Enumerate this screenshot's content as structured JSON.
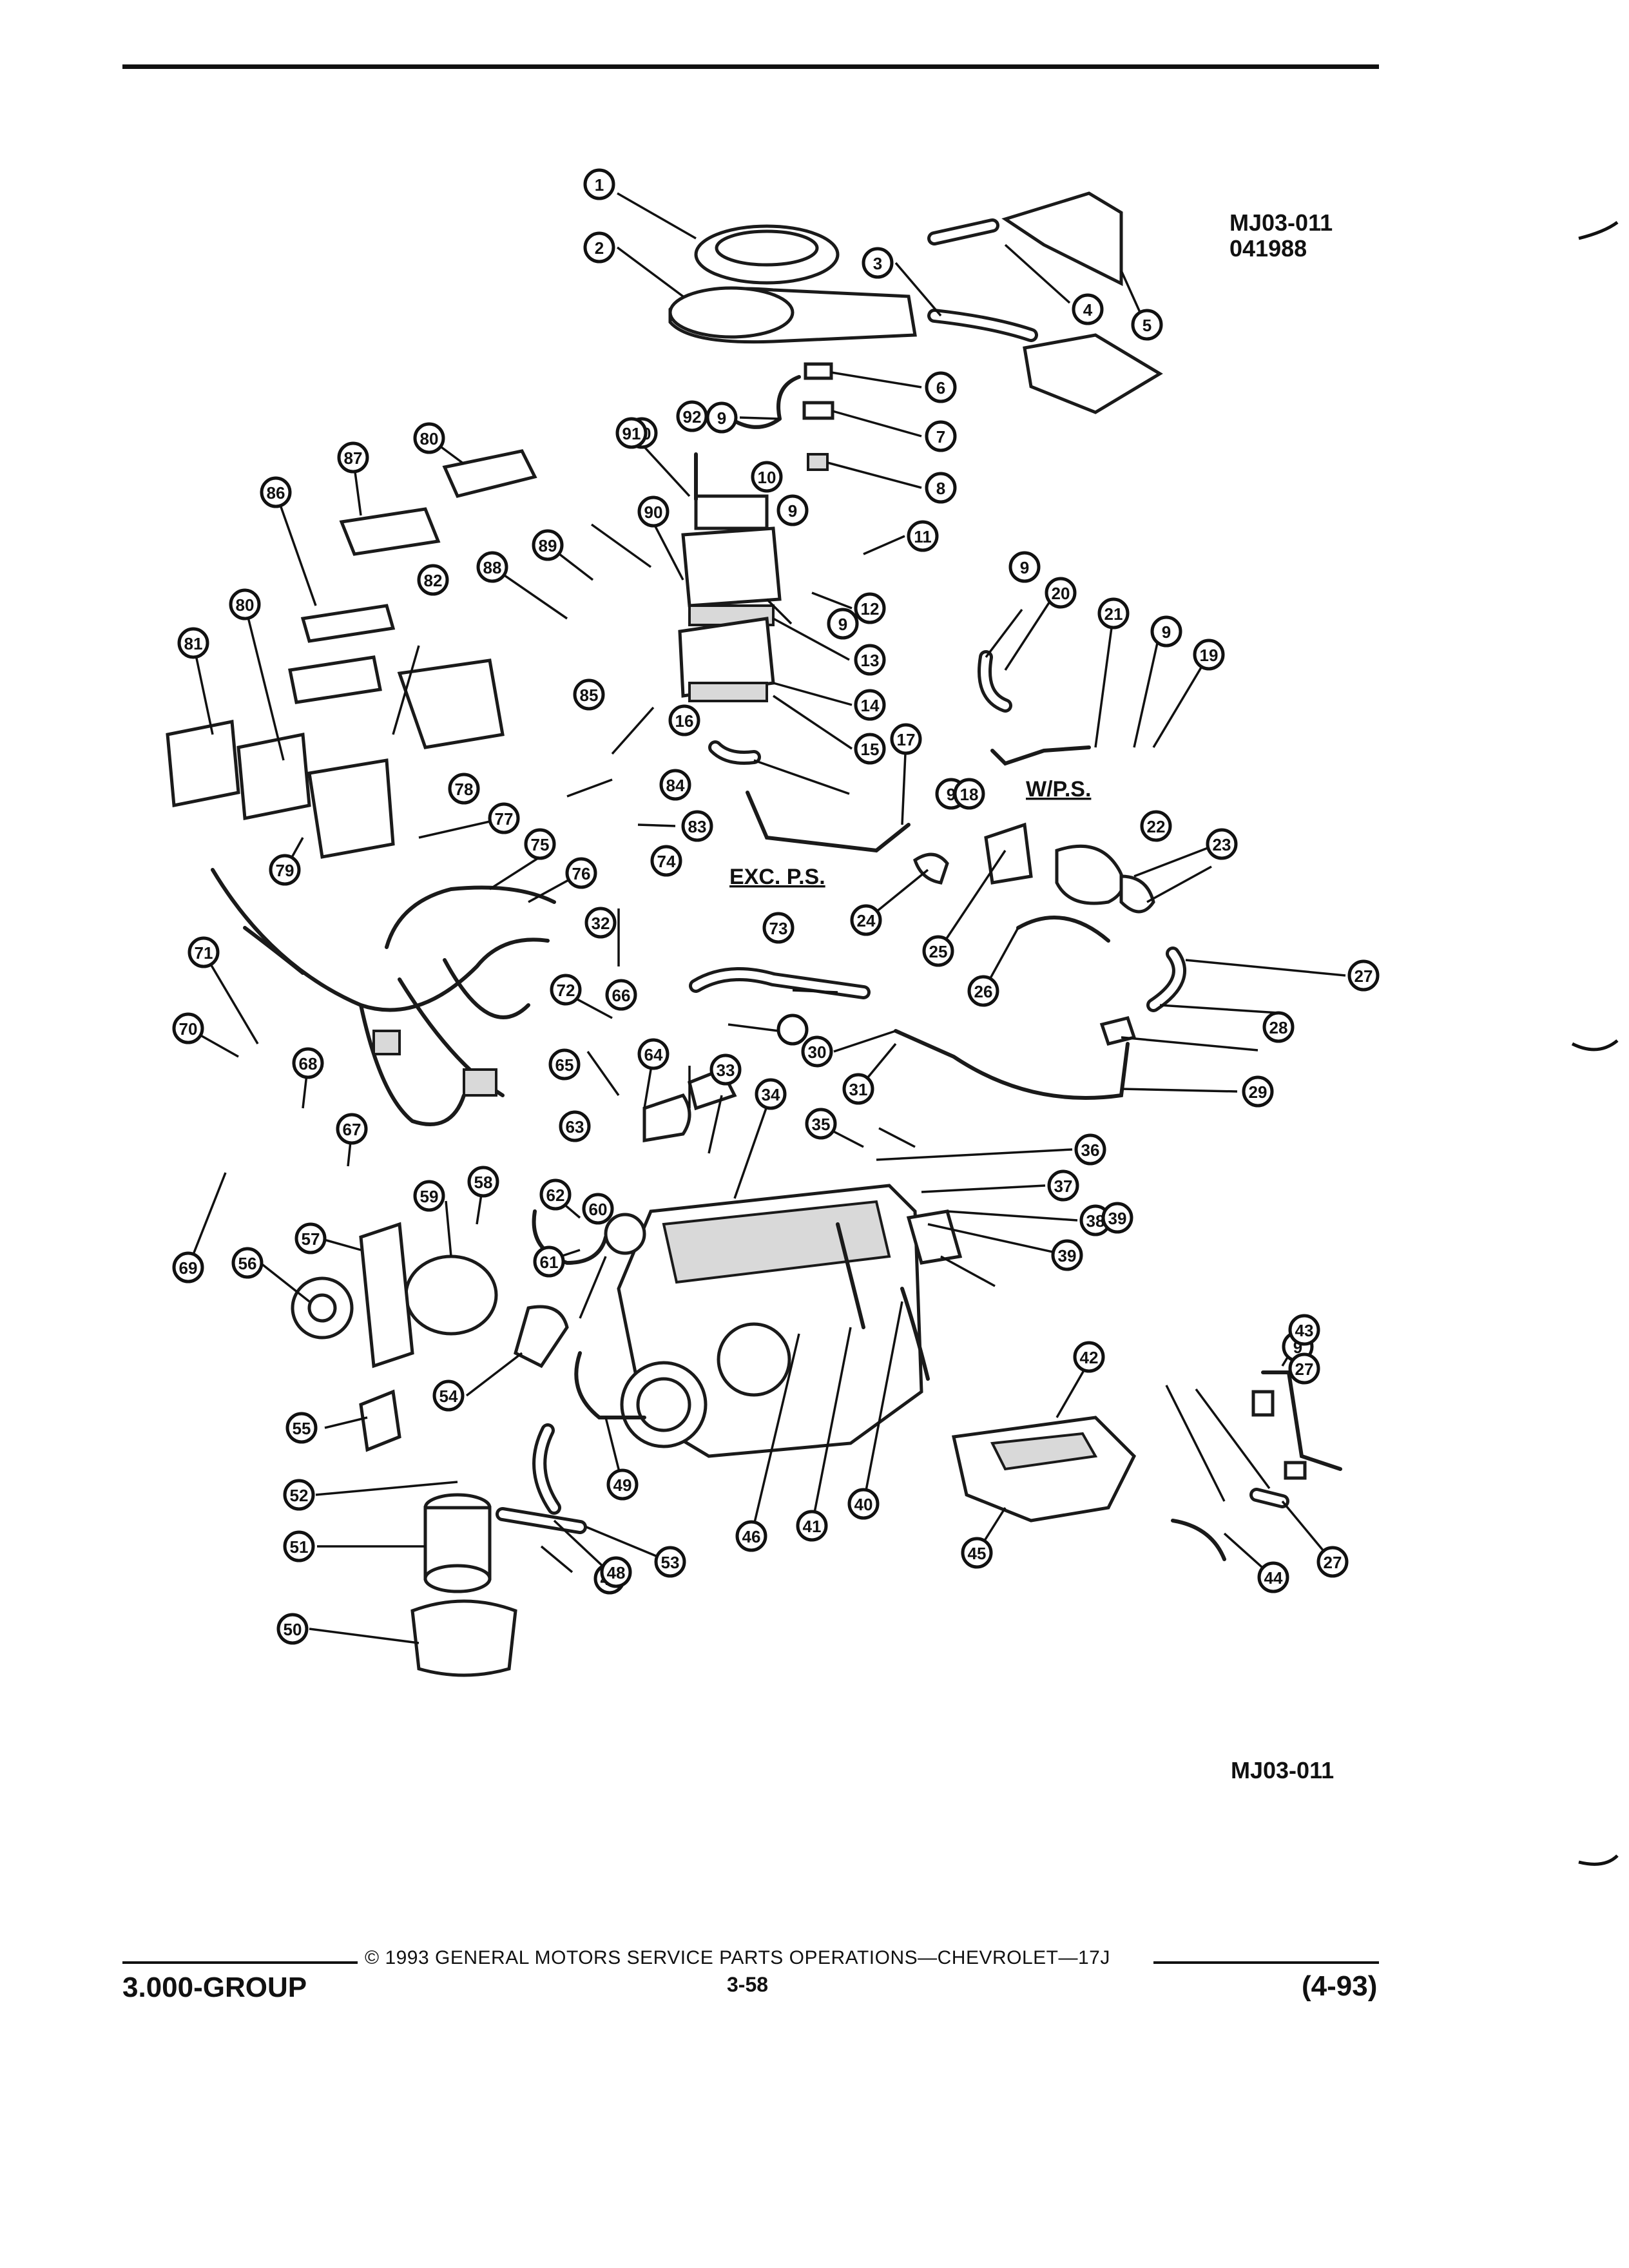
{
  "figure": {
    "code_top": "MJ03-011",
    "date_code": "041988",
    "code_bottom": "MJ03-011",
    "notes": {
      "wps": "W/P.S.",
      "excps": "EXC. P.S."
    }
  },
  "callouts": [
    "1",
    "2",
    "3",
    "4",
    "5",
    "6",
    "7",
    "8",
    "9",
    "10",
    "11",
    "12",
    "13",
    "14",
    "15",
    "16",
    "17",
    "18",
    "19",
    "20",
    "21",
    "22",
    "23",
    "24",
    "25",
    "26",
    "27",
    "28",
    "29",
    "30",
    "31",
    "32",
    "33",
    "34",
    "35",
    "36",
    "37",
    "38",
    "39",
    "40",
    "41",
    "42",
    "43",
    "44",
    "45",
    "46",
    "47",
    "48",
    "49",
    "50",
    "51",
    "52",
    "53",
    "54",
    "55",
    "56",
    "57",
    "58",
    "59",
    "60",
    "61",
    "62",
    "63",
    "64",
    "65",
    "66",
    "67",
    "68",
    "69",
    "70",
    "71",
    "72",
    "73",
    "74",
    "75",
    "76",
    "77",
    "78",
    "79",
    "80",
    "81",
    "82",
    "83",
    "84",
    "85",
    "86",
    "87",
    "88",
    "89",
    "90",
    "91",
    "92"
  ],
  "footer": {
    "copyright": "© 1993 GENERAL MOTORS SERVICE PARTS OPERATIONS—CHEVROLET—17J",
    "group": "3.000-GROUP",
    "page": "3-58",
    "revision": "(4-93)"
  }
}
